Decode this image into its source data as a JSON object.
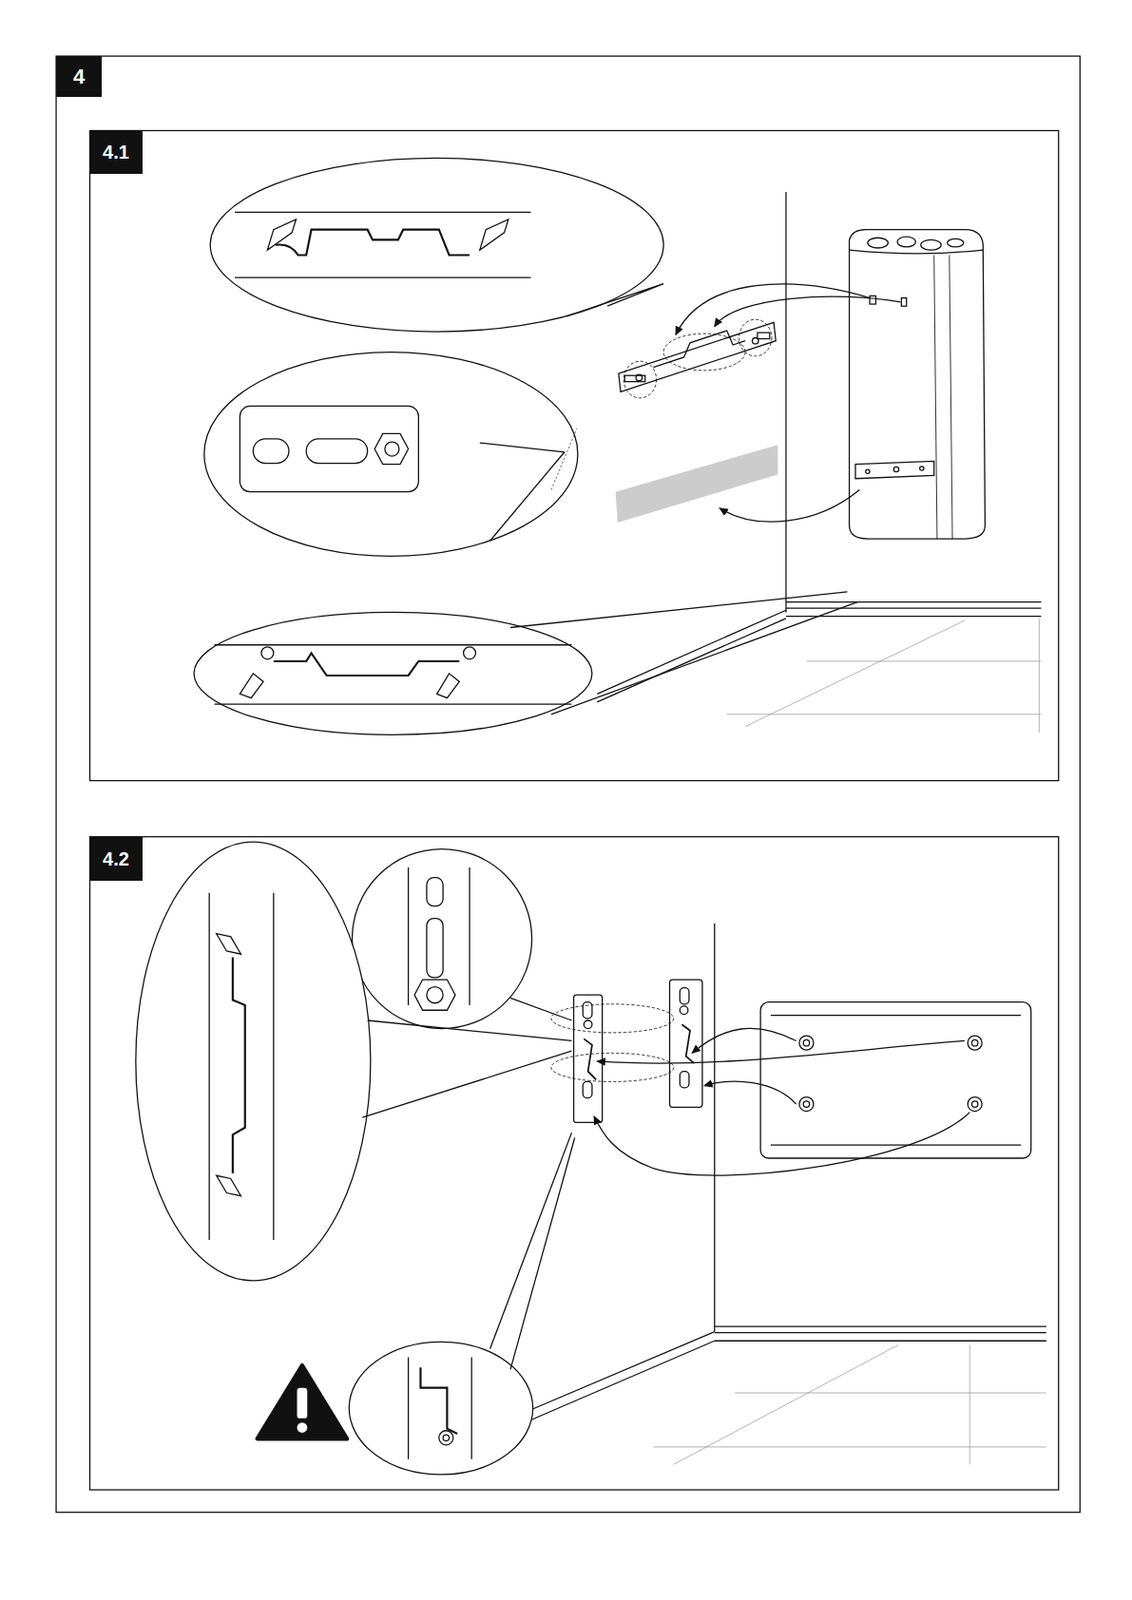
{
  "diagram": {
    "nodes": [
      {
        "text": [
          "4"
        ]
      },
      {
        "text": [
          "4.1"
        ]
      },
      {
        "text": [
          "4.2"
        ]
      }
    ]
  }
}
